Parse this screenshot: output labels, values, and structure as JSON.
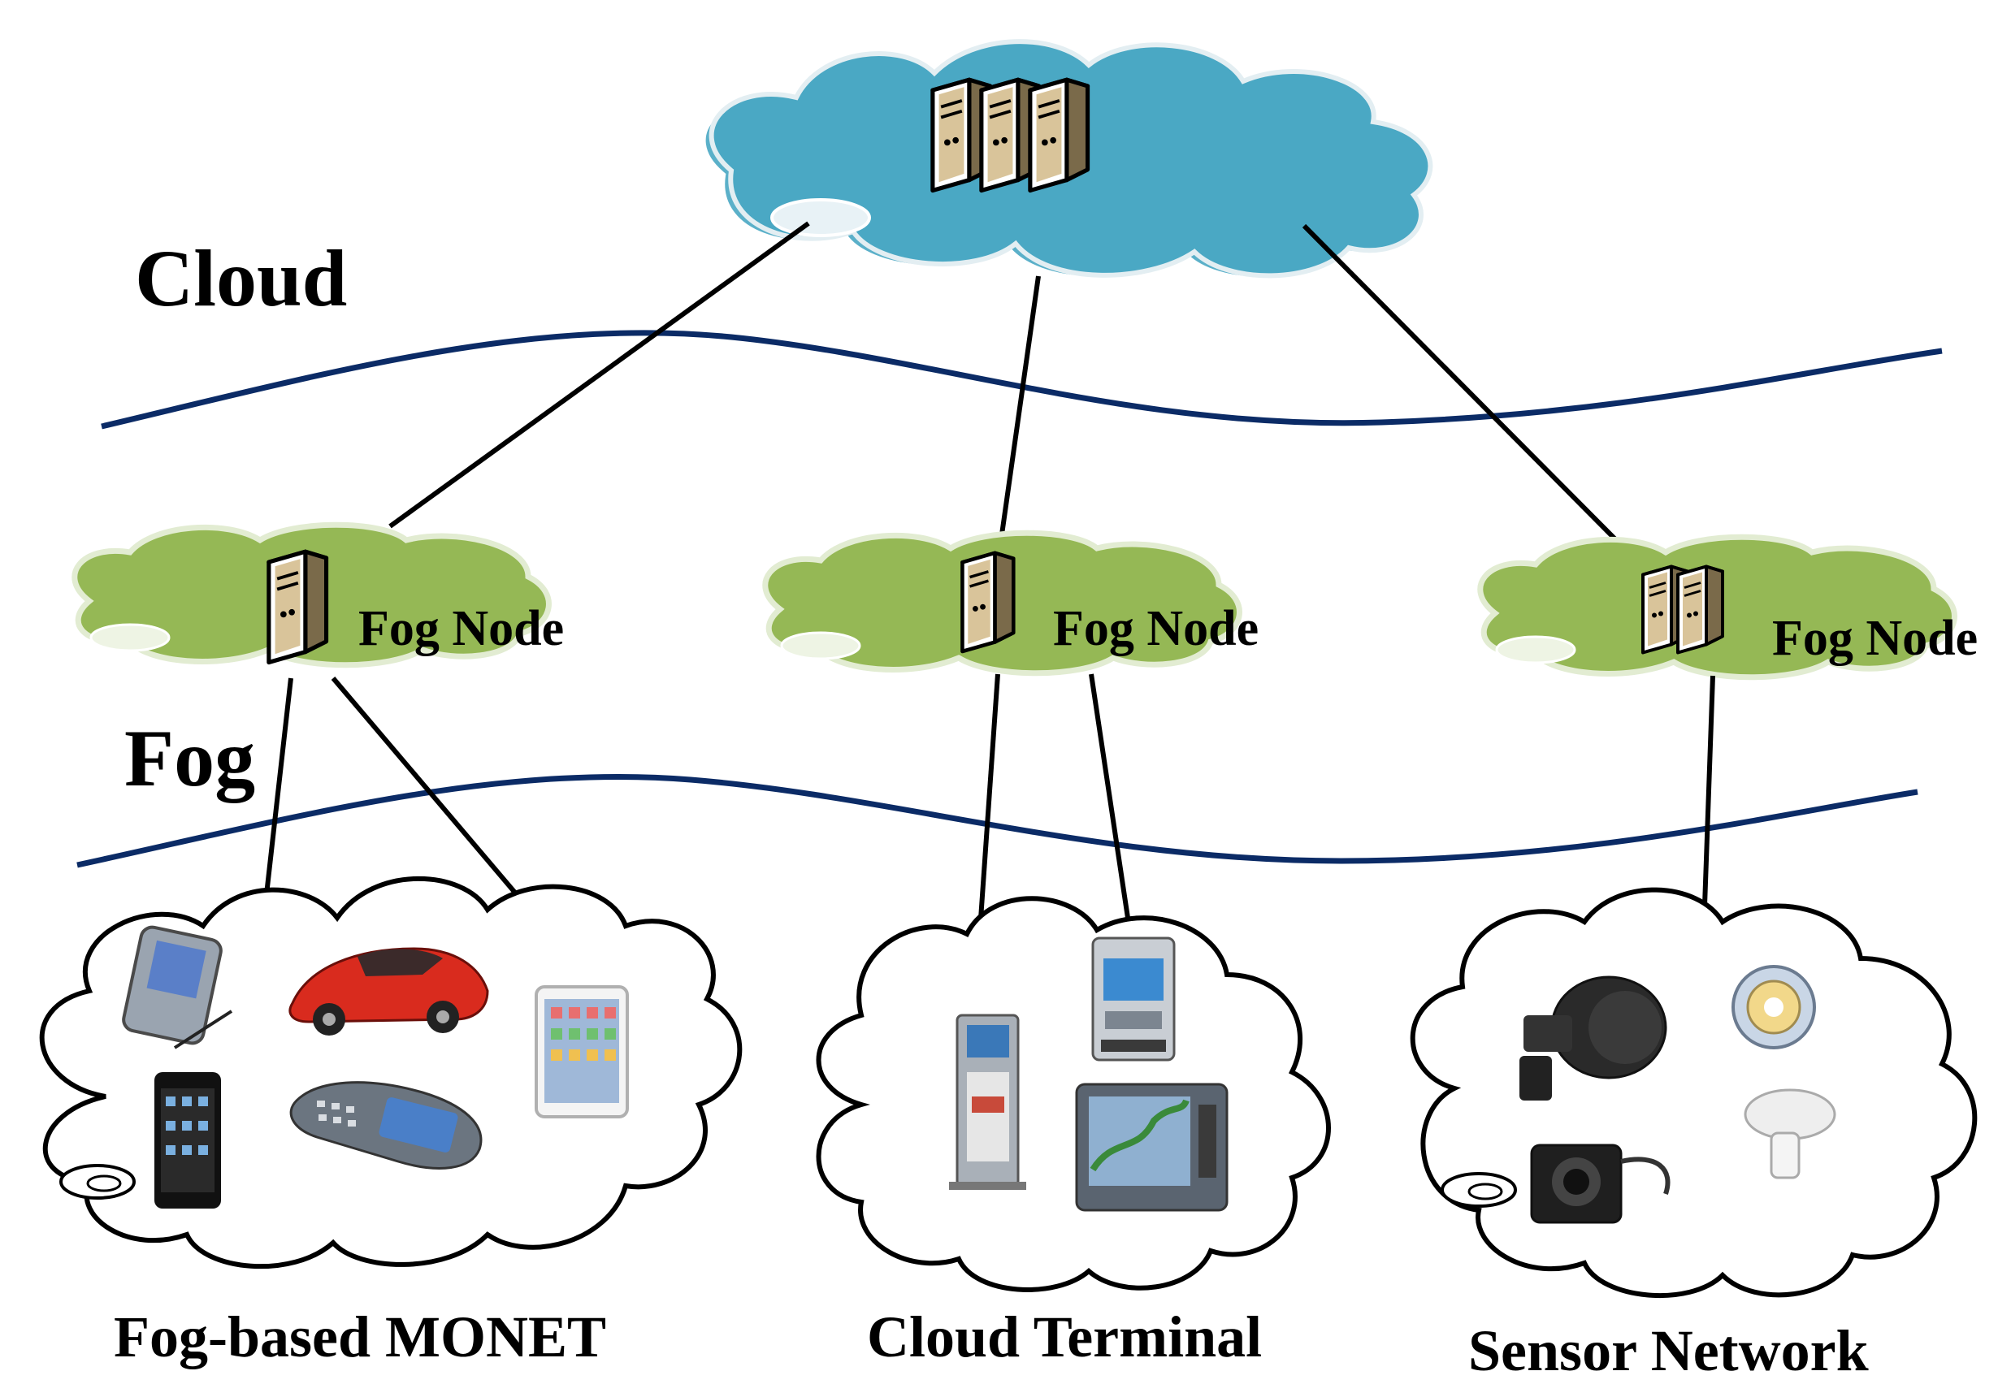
{
  "layers": {
    "cloud_label": "Cloud",
    "fog_label": "Fog"
  },
  "fog_nodes": [
    {
      "label": "Fog Node"
    },
    {
      "label": "Fog Node"
    },
    {
      "label": "Fog Node"
    }
  ],
  "edge_groups": [
    {
      "label": "Fog-based MONET"
    },
    {
      "label": "Cloud Terminal"
    },
    {
      "label": "Sensor Network"
    }
  ],
  "colors": {
    "cloud_fill": "#4aa8c4",
    "fog_fill": "#95b855",
    "boundary_line": "#0b2b66",
    "server_body": "#d9c49a"
  }
}
